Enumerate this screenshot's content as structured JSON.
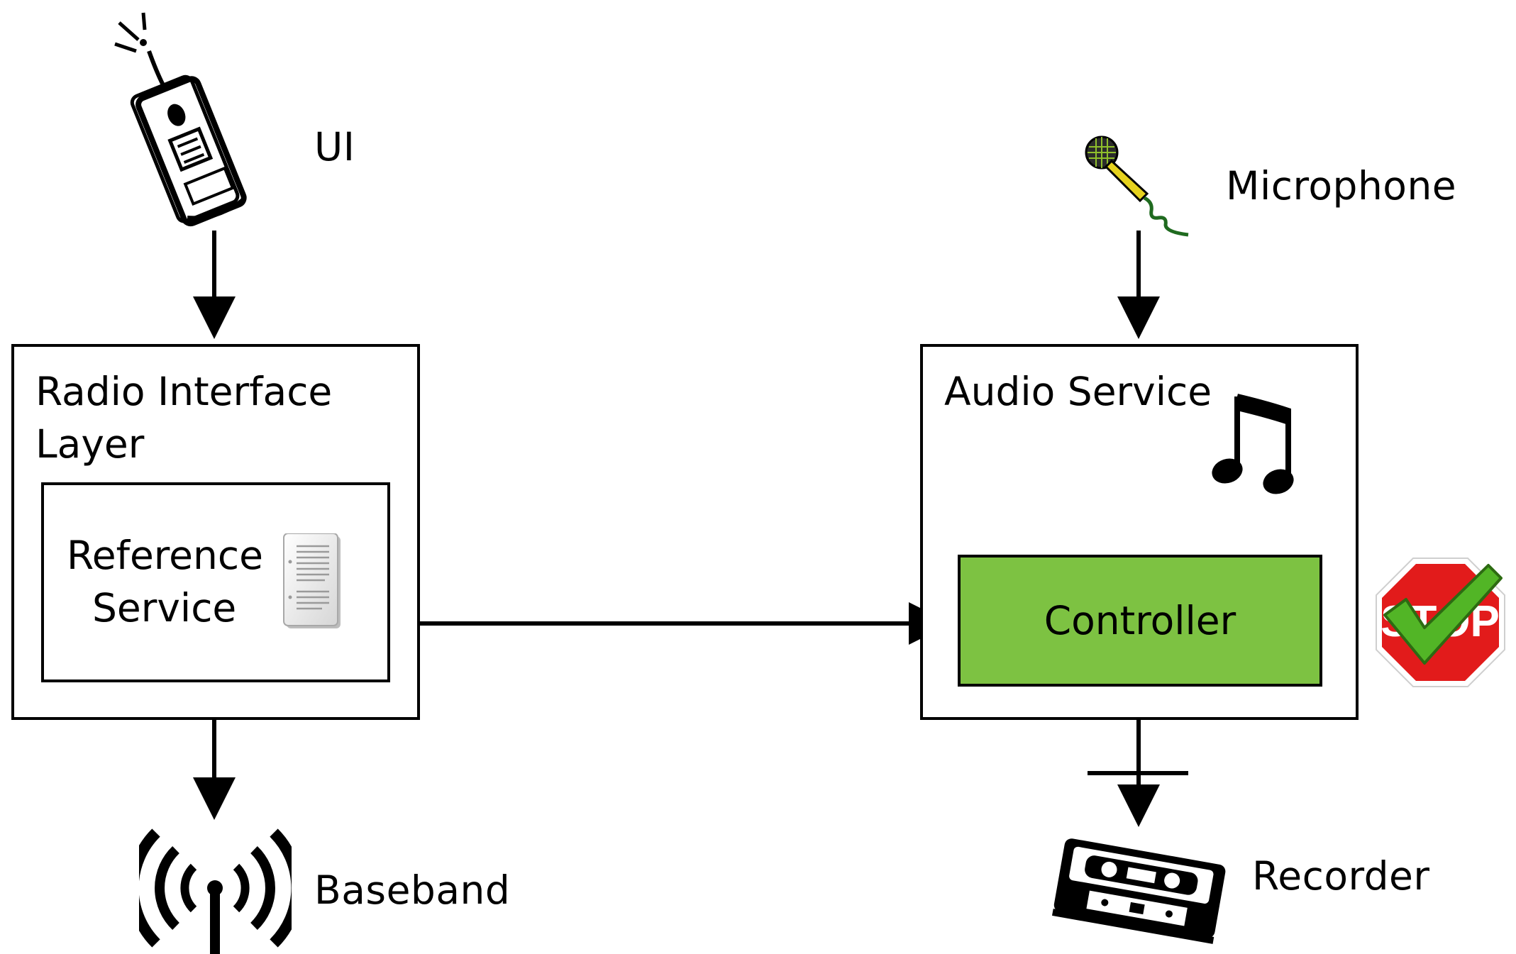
{
  "labels": {
    "ui": "UI",
    "microphone": "Microphone",
    "baseband": "Baseband",
    "recorder": "Recorder"
  },
  "ril": {
    "title_line1": "Radio Interface",
    "title_line2": "Layer"
  },
  "reference_service": {
    "title_line1": "Reference",
    "title_line2": "Service"
  },
  "audio_service": {
    "title": "Audio Service"
  },
  "controller": {
    "label": "Controller",
    "fill": "#7dc242"
  },
  "stop_sign": {
    "text": "STOP",
    "fill": "#e21b1b",
    "check_color": "#4caf1f"
  },
  "icons": {
    "ui": "mobile-phone-icon",
    "microphone": "microphone-icon",
    "baseband": "radio-antenna-icon",
    "recorder": "cassette-tape-icon",
    "music": "music-note-icon",
    "document": "document-icon",
    "stop": "stop-sign-icon",
    "check": "check-mark-icon"
  }
}
